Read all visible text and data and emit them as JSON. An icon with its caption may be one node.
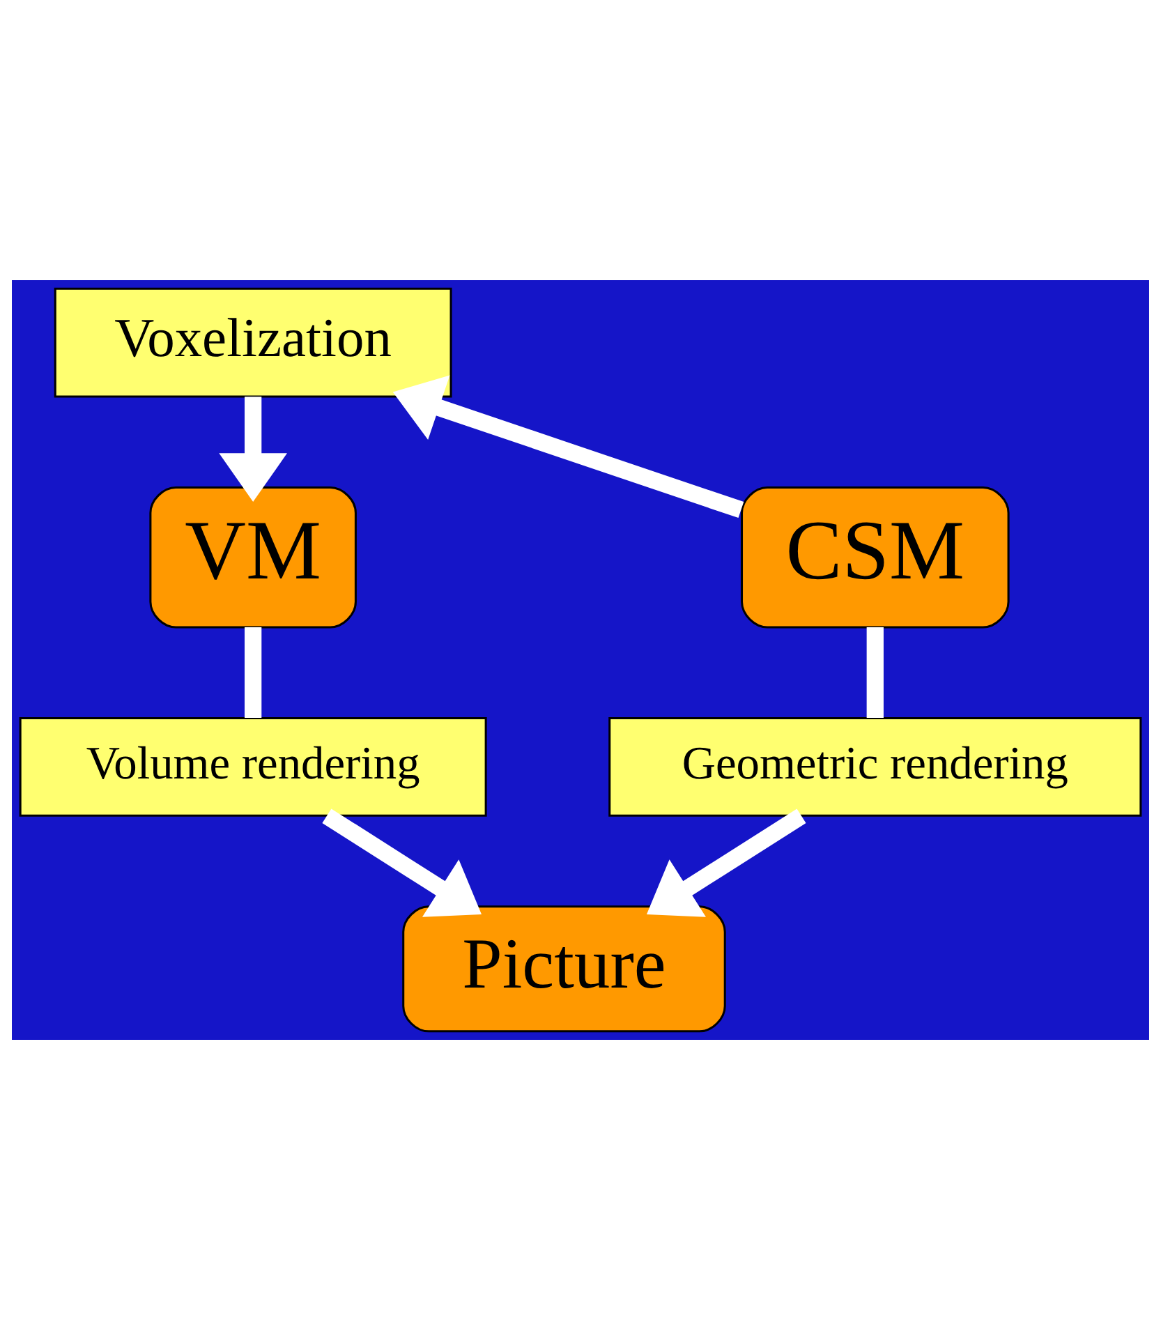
{
  "diagram": {
    "nodes": [
      {
        "text": [
          "Voxelization"
        ]
      },
      {
        "text": [
          "CSM"
        ]
      },
      {
        "text": [
          "VM"
        ]
      },
      {
        "text": [
          "Geometric rendering"
        ]
      },
      {
        "text": [
          "Volume rendering"
        ]
      },
      {
        "text": [
          "Picture"
        ]
      }
    ],
    "edges": [
      {
        "from": 1,
        "to": 0,
        "arrow": "to"
      },
      {
        "from": 0,
        "to": 2,
        "arrow": "to"
      },
      {
        "from": 1,
        "to": 3,
        "arrow": "none"
      },
      {
        "from": 3,
        "to": 5,
        "arrow": "to"
      },
      {
        "from": 2,
        "to": 4,
        "arrow": "none"
      },
      {
        "from": 4,
        "to": 5,
        "arrow": "to"
      }
    ]
  }
}
